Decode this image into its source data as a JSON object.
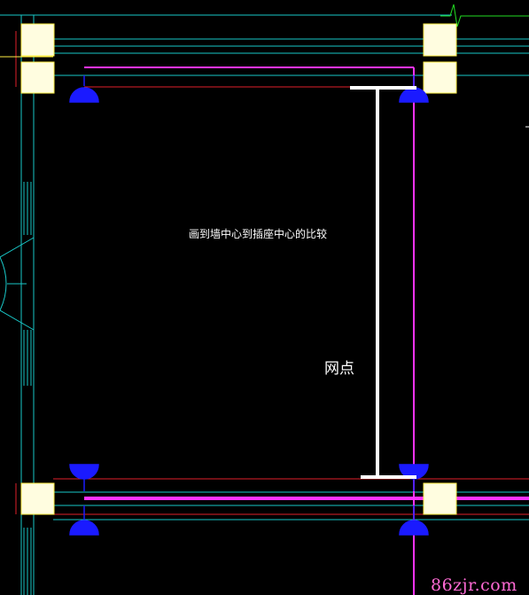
{
  "annotations": {
    "main_note": "画到墙中心到插座中心的比较",
    "dimension_label": "网点"
  },
  "watermark": "86zjr.com",
  "colors": {
    "background": "#000000",
    "wall_lines": "#19c7c7",
    "magenta": "#ff33ff",
    "red": "#e0202a",
    "socket_blue": "#1a1aff",
    "column_fill": "#fffde0",
    "column_edge": "#ffee44",
    "dimension": "#ffffff",
    "green": "#22dd22"
  },
  "symbols": {
    "socket": "outlet-symbol",
    "column": "column-block"
  }
}
